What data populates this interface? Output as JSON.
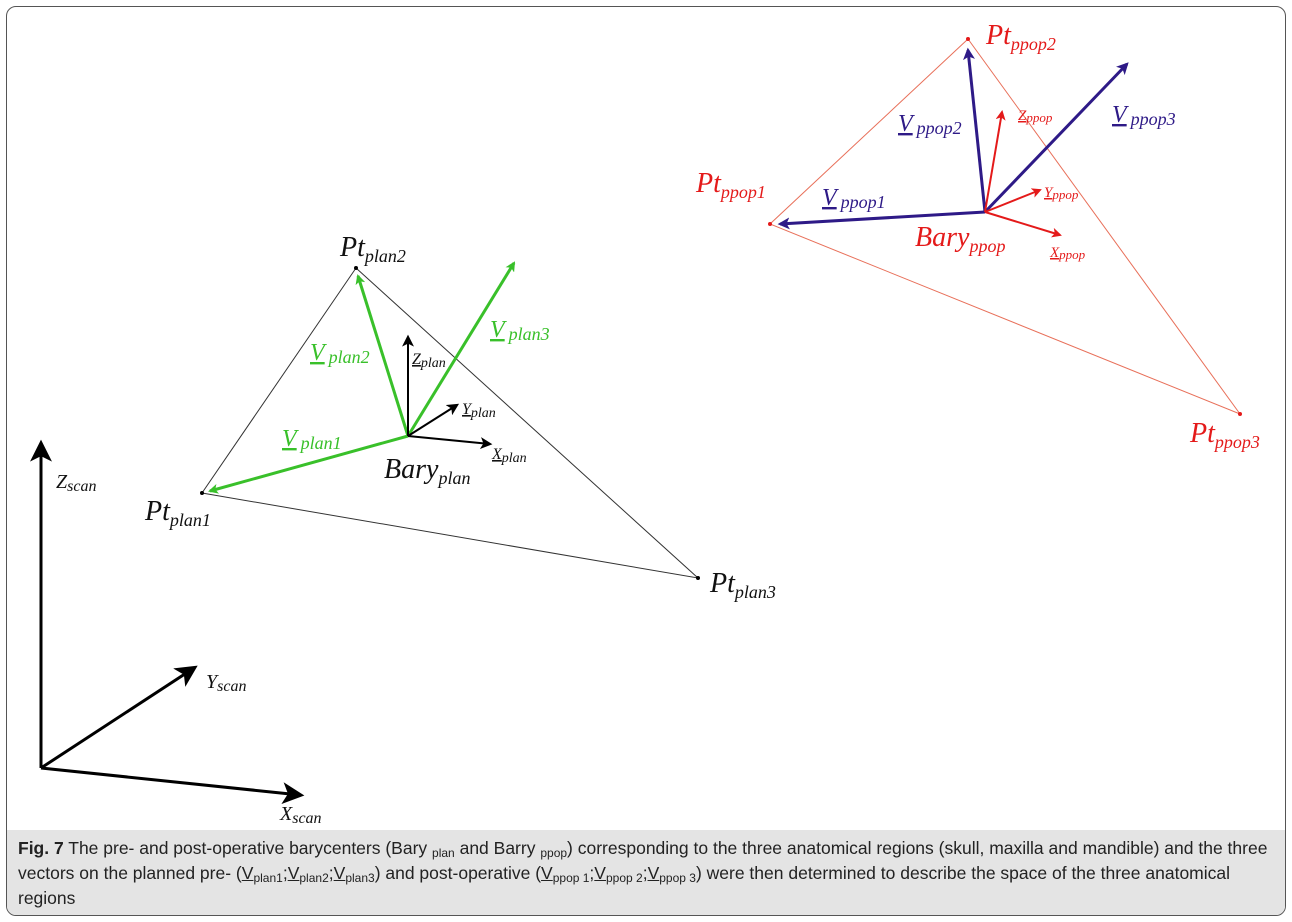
{
  "labels": {
    "pt_plan1": {
      "base": "Pt",
      "sub": "plan1"
    },
    "pt_plan2": {
      "base": "Pt",
      "sub": "plan2"
    },
    "pt_plan3": {
      "base": "Pt",
      "sub": "plan3"
    },
    "bary_plan": {
      "base": "Bary",
      "sub": "plan"
    },
    "v_plan1": {
      "base": "V",
      "sub": "plan1"
    },
    "v_plan2": {
      "base": "V",
      "sub": "plan2"
    },
    "v_plan3": {
      "base": "V",
      "sub": "plan3"
    },
    "z_plan": {
      "base": "Z",
      "sub": "plan"
    },
    "y_plan": {
      "base": "Y",
      "sub": "plan"
    },
    "x_plan": {
      "base": "X",
      "sub": "plan"
    },
    "pt_ppop1": {
      "base": "Pt",
      "sub": "ppop1"
    },
    "pt_ppop2": {
      "base": "Pt",
      "sub": "ppop2"
    },
    "pt_ppop3": {
      "base": "Pt",
      "sub": "ppop3"
    },
    "bary_ppop": {
      "base": "Bary",
      "sub": "ppop"
    },
    "v_ppop1": {
      "base": "V",
      "sub": "ppop1"
    },
    "v_ppop2": {
      "base": "V",
      "sub": "ppop2"
    },
    "v_ppop3": {
      "base": "V",
      "sub": "ppop3"
    },
    "z_ppop": {
      "base": "Z",
      "sub": "ppop"
    },
    "y_ppop": {
      "base": "Y",
      "sub": "ppop"
    },
    "x_ppop": {
      "base": "X",
      "sub": "ppop"
    },
    "z_scan": {
      "base": "Z",
      "sub": "scan"
    },
    "y_scan": {
      "base": "Y",
      "sub": "scan"
    },
    "x_scan": {
      "base": "X",
      "sub": "scan"
    }
  },
  "colors": {
    "plan_triangle": "#333333",
    "plan_vectors": "#39c02a",
    "plan_axes": "#000000",
    "ppop_triangle": "#e8705a",
    "ppop_vectors": "#2e1a87",
    "ppop_axes": "#e41a1a",
    "scan_axes": "#000000",
    "caption_band": "#e4e4e4"
  },
  "caption": {
    "fig_label": "Fig. 7",
    "t1": " The pre- and post-operative barycenters (Bary ",
    "s1": "plan",
    "t2": " and Barry ",
    "s2": "ppop",
    "t3": ") corresponding to the three anatomical regions (skull, maxilla and mandible) and the three vectors on the planned pre- (",
    "v": "V",
    "sp1": "plan1",
    "sep": ";",
    "sp2": "plan2",
    "sp3": "plan3",
    "t4": ") and post-operative (",
    "sq1": "ppop 1",
    "sq2": "ppop 2",
    "sq3": "ppop 3",
    "t5": ") were then determined to describe the space of the three anatomical regions"
  }
}
